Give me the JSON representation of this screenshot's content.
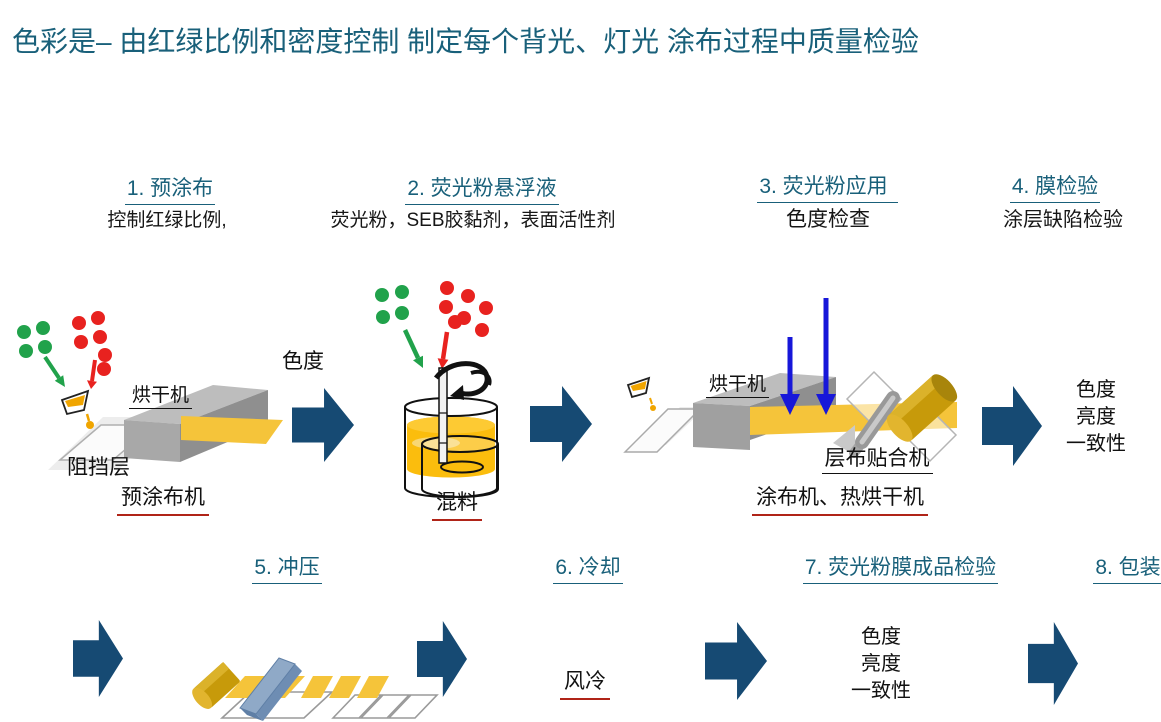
{
  "title": "色彩是– 由红绿比例和密度控制 制定每个背光、灯光 涂布过程中质量检验",
  "steps": {
    "s1": {
      "label": "1. 预涂布",
      "desc": "控制红绿比例,"
    },
    "s2": {
      "label": "2. 荧光粉悬浮液",
      "desc": "荧光粉，SEB胶黏剂，表面活性剂"
    },
    "s3": {
      "label": "3. 荧光粉应用",
      "desc": "色度检查"
    },
    "s4": {
      "label": "4. 膜检验",
      "desc": "涂层缺陷检验"
    },
    "s5": {
      "label": "5. 冲压"
    },
    "s6": {
      "label": "6. 冷却"
    },
    "s7": {
      "label": "7. 荧光粉膜成品检验"
    },
    "s8": {
      "label": "8. 包装"
    }
  },
  "stage1": {
    "dryer": "烘干机",
    "barrier": "阻挡层",
    "machine": "预涂布机"
  },
  "transition1": "色度",
  "stage2": {
    "machine": "混料"
  },
  "stage3": {
    "dryer": "烘干机",
    "laminator": "层布贴合机",
    "machine": "涂布机、热烘干机"
  },
  "quality_top": [
    "色度",
    "亮度",
    "一致性"
  ],
  "cooling": "风冷",
  "quality_bottom": [
    "色度",
    "亮度",
    "一致性"
  ],
  "colors": {
    "heading": "#19607a",
    "arrow": "#164a73",
    "green": "#21a24b",
    "red": "#e8221f",
    "blue_arrow": "#1717d9",
    "yellow": "#f5c43a",
    "red_underline": "#b02418"
  }
}
